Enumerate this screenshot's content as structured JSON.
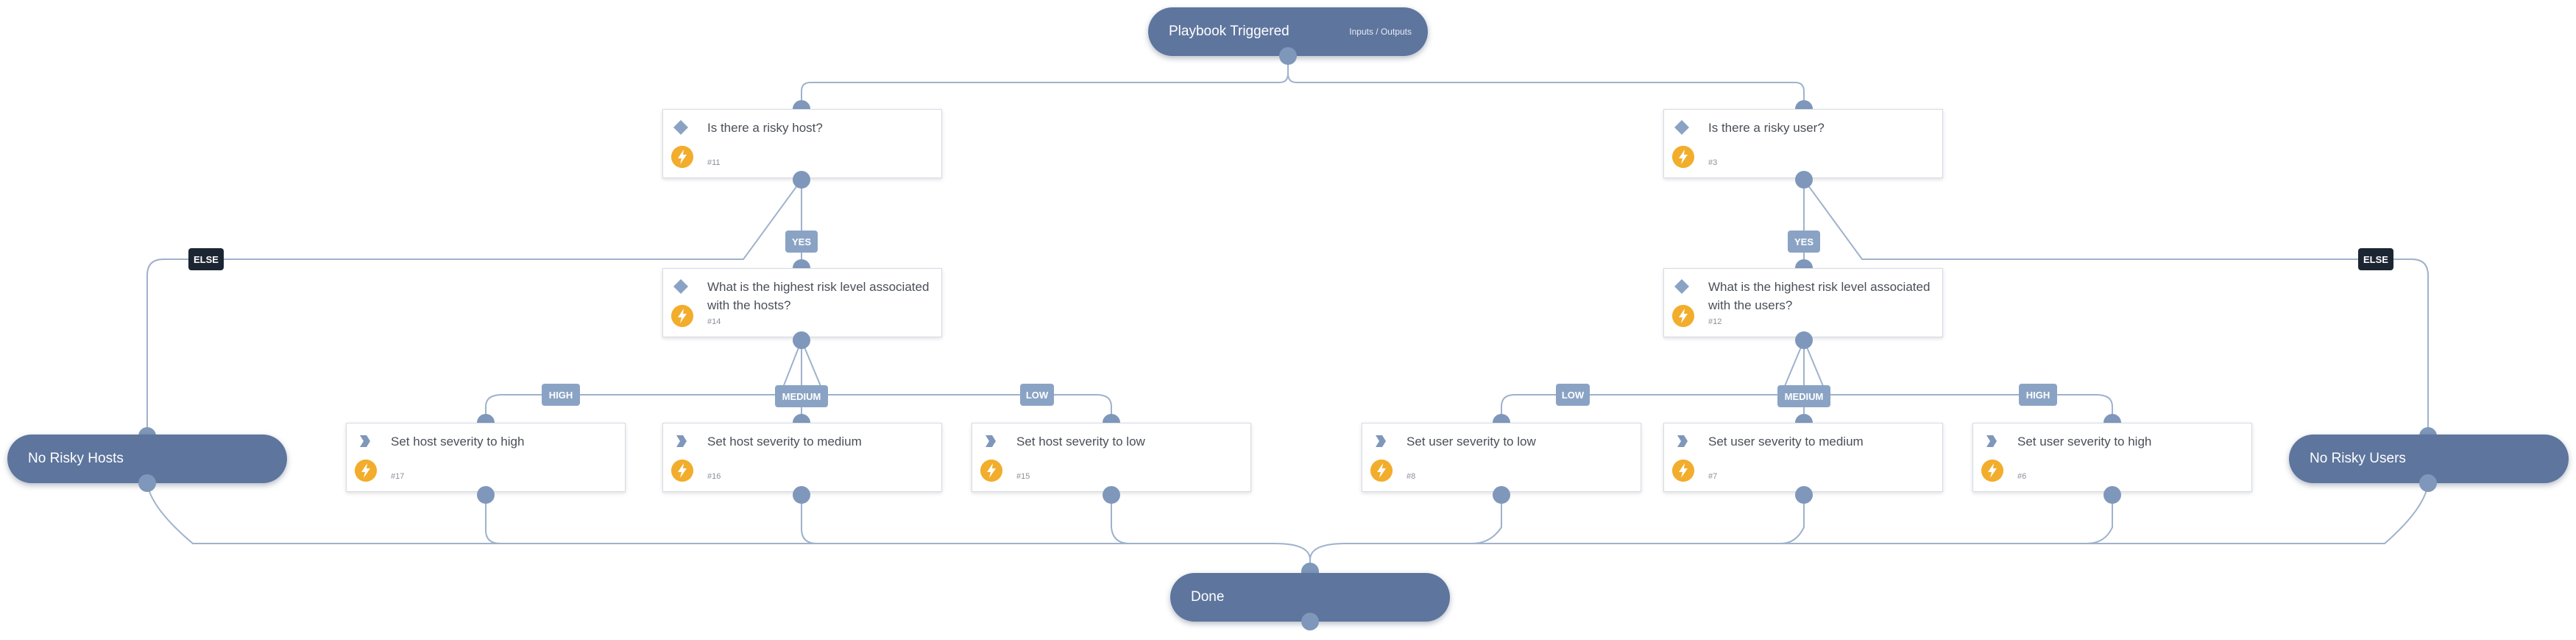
{
  "colors": {
    "edge": "#9fb2cc",
    "node": "#5e759d",
    "port": "#7f97ba",
    "tag": "#8aa3c4",
    "else_tag": "#1c2633",
    "bolt": "#f2ad2c"
  },
  "start": {
    "label": "Playbook Triggered",
    "io_label": "Inputs / Outputs"
  },
  "end": {
    "label": "Done"
  },
  "no_hosts": {
    "label": "No Risky Hosts"
  },
  "no_users": {
    "label": "No Risky Users"
  },
  "cards": {
    "risky_host": {
      "title": "Is there a risky host?",
      "num": "#11",
      "icon": "diamond-icon"
    },
    "risky_user": {
      "title": "Is there a risky user?",
      "num": "#3",
      "icon": "diamond-icon"
    },
    "host_level": {
      "title": "What is the highest risk level associated with the hosts?",
      "num": "#14",
      "icon": "diamond-icon"
    },
    "user_level": {
      "title": "What is the highest risk level associated with the users?",
      "num": "#12",
      "icon": "diamond-icon"
    },
    "host_high": {
      "title": "Set host severity to high",
      "num": "#17",
      "icon": "chevron-icon"
    },
    "host_medium": {
      "title": "Set host severity to medium",
      "num": "#16",
      "icon": "chevron-icon"
    },
    "host_low": {
      "title": "Set host severity to low",
      "num": "#15",
      "icon": "chevron-icon"
    },
    "user_low": {
      "title": "Set user severity to low",
      "num": "#8",
      "icon": "chevron-icon"
    },
    "user_medium": {
      "title": "Set user severity to medium",
      "num": "#7",
      "icon": "chevron-icon"
    },
    "user_high": {
      "title": "Set user severity to high",
      "num": "#6",
      "icon": "chevron-icon"
    }
  },
  "tags": {
    "else_left": "ELSE",
    "else_right": "ELSE",
    "yes_left": "YES",
    "yes_right": "YES",
    "host_high": "HIGH",
    "host_medium": "MEDIUM",
    "host_low": "LOW",
    "user_low": "LOW",
    "user_medium": "MEDIUM",
    "user_high": "HIGH"
  }
}
